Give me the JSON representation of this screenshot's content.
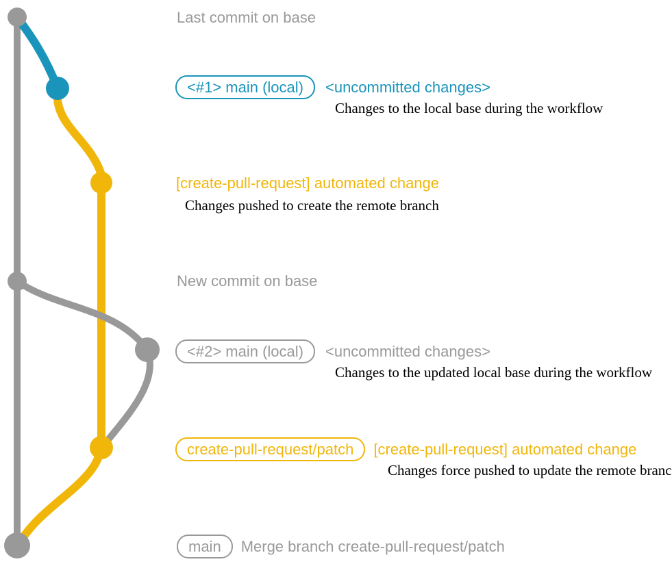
{
  "colors": {
    "gray": "#999999",
    "blue": "#1A94BA",
    "yellow": "#F0B60A",
    "text_black": "#000000",
    "background": "#FFFFFF"
  },
  "notes": {
    "last_commit": "Last commit on base",
    "new_commit": "New commit on base"
  },
  "row1": {
    "badge": "<#1> main (local)",
    "status": "<uncommitted changes>",
    "description": "Changes to the local base during the workflow"
  },
  "row2": {
    "message": "[create-pull-request] automated change",
    "description": "Changes pushed to create the remote branch"
  },
  "row3": {
    "badge": "<#2> main (local)",
    "status": "<uncommitted changes>",
    "description": "Changes to the updated local base during the workflow"
  },
  "row4": {
    "badge": "create-pull-request/patch",
    "message": "[create-pull-request] automated change",
    "description": "Changes force pushed to update the remote branch"
  },
  "row5": {
    "badge": "main",
    "message": "Merge branch create-pull-request/patch"
  }
}
